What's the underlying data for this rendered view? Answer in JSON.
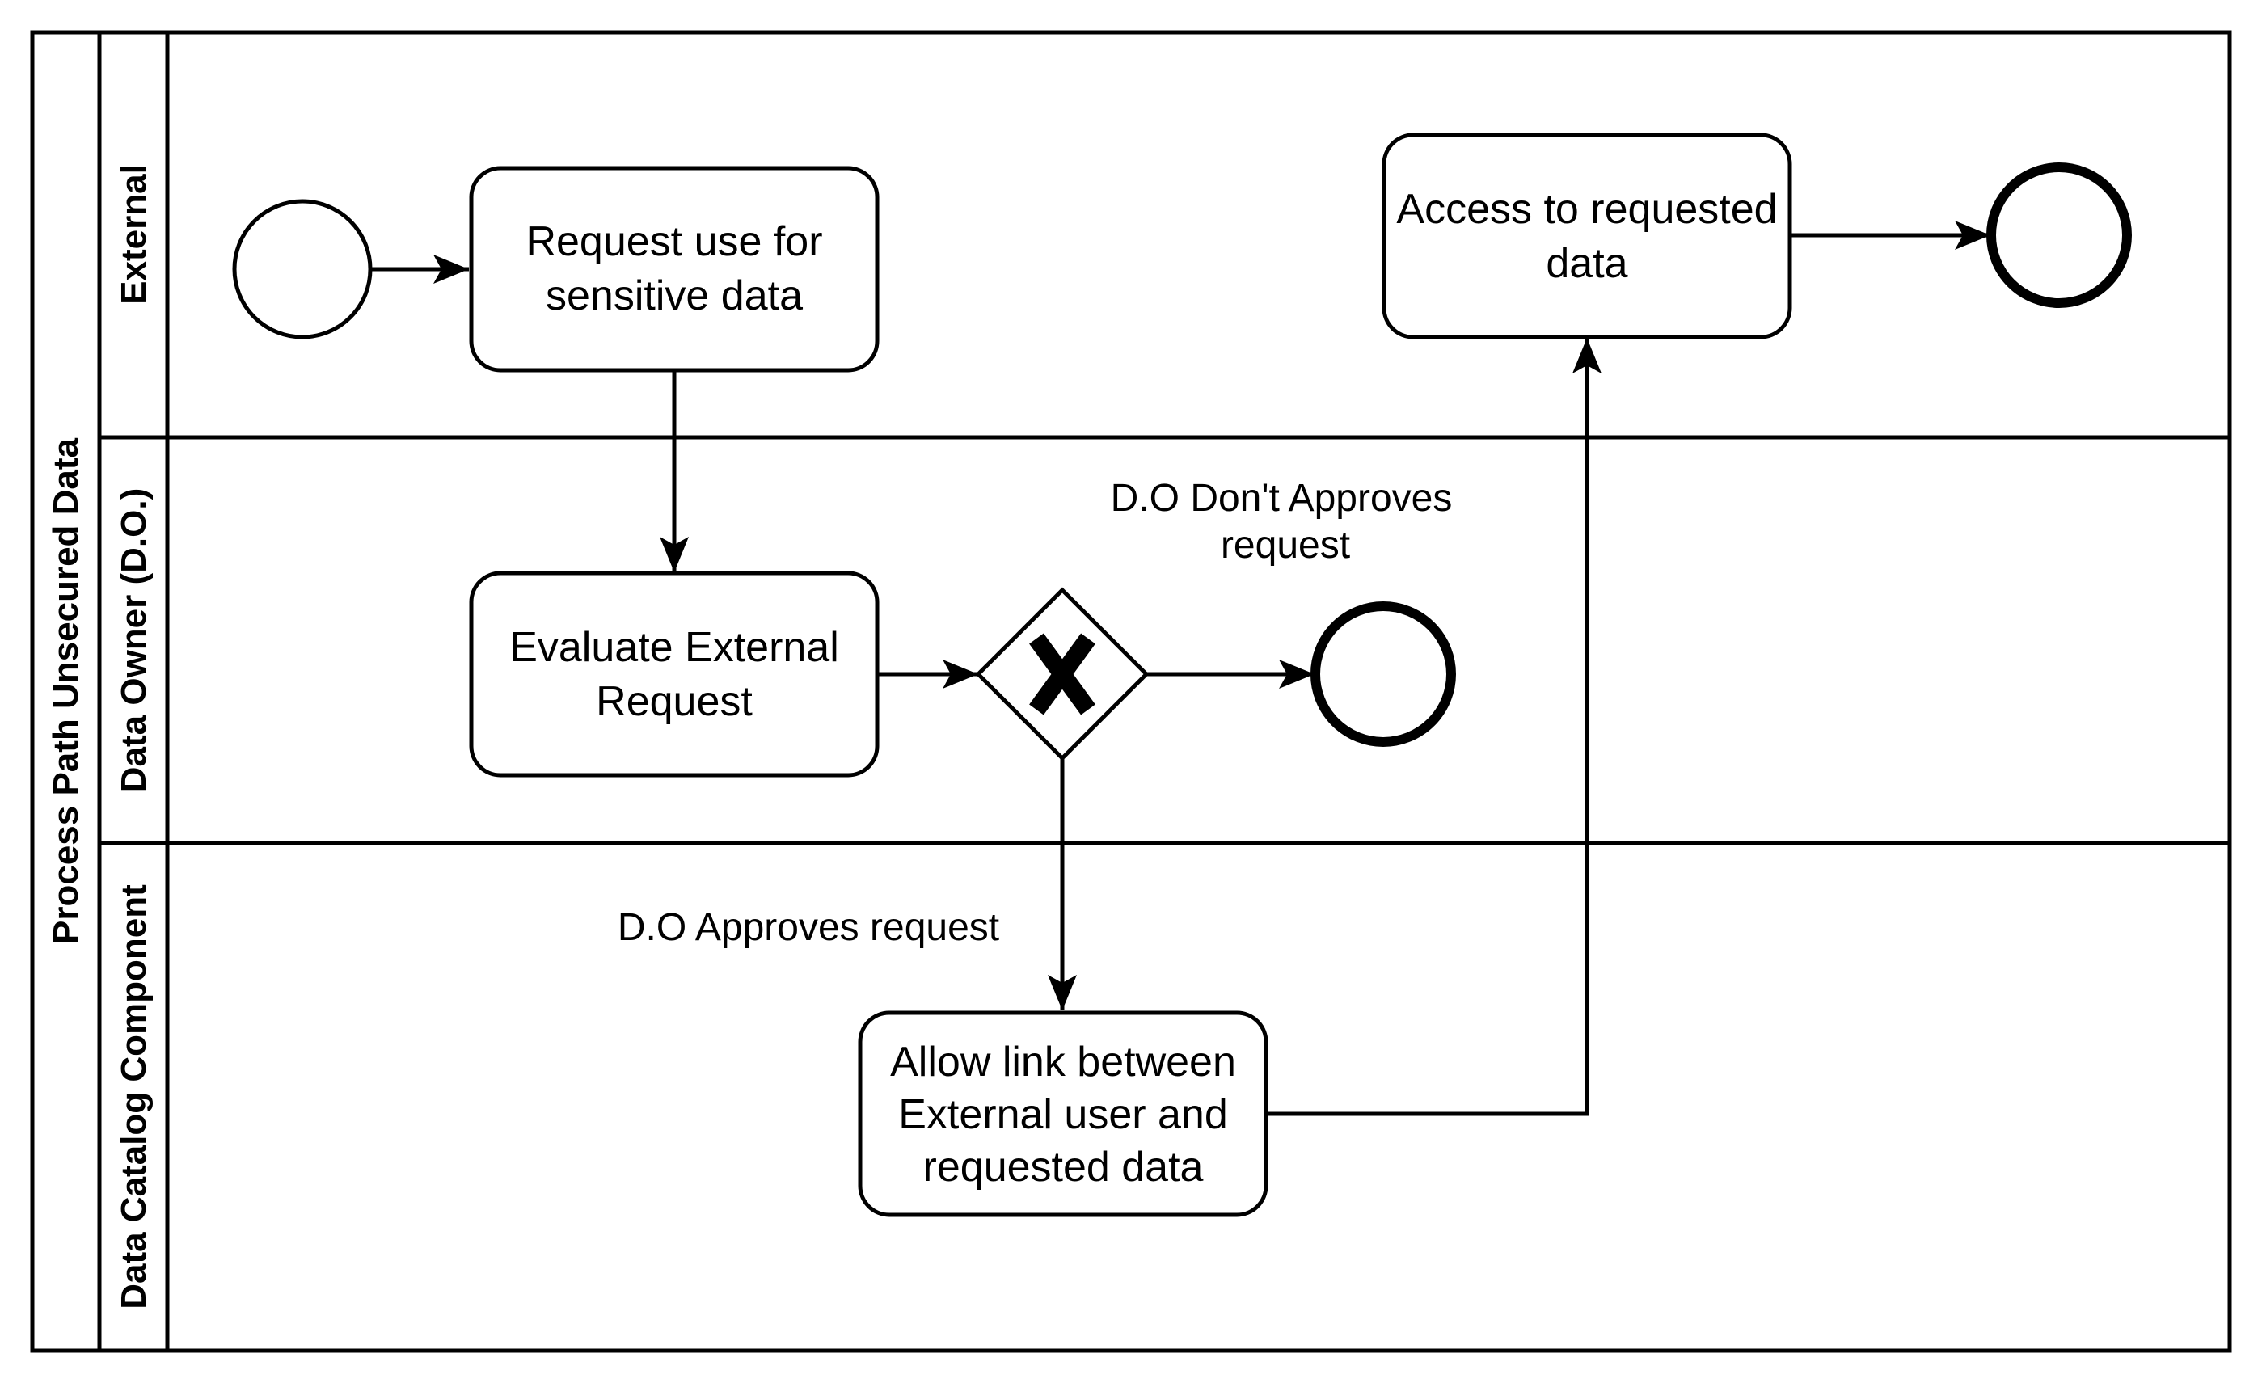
{
  "pool": {
    "title": "Process Path Unsecured Data"
  },
  "lanes": [
    {
      "id": "lane-external",
      "title": "External"
    },
    {
      "id": "lane-data-owner",
      "title": "Data Owner (D.O.)"
    },
    {
      "id": "lane-data-catalog",
      "title": "Data Catalog Component"
    }
  ],
  "tasks": {
    "request": {
      "lines": [
        "Request use for",
        "sensitive data"
      ]
    },
    "evaluate": {
      "lines": [
        "Evaluate External",
        "Request"
      ]
    },
    "allow": {
      "lines": [
        "Allow link between",
        "External user and",
        "requested data"
      ]
    },
    "access": {
      "lines": [
        "Access to requested",
        "data"
      ]
    }
  },
  "events": {
    "start": {
      "type": "start"
    },
    "end_rejected": {
      "type": "end"
    },
    "end_access": {
      "type": "end"
    }
  },
  "gateway": {
    "type": "exclusive",
    "marker": "X"
  },
  "edge_labels": {
    "rejected": [
      "D.O Don't Approves",
      "request"
    ],
    "approved": [
      "D.O Approves request"
    ]
  },
  "colors": {
    "stroke": "#000000",
    "fill": "#ffffff",
    "text": "#000000"
  }
}
